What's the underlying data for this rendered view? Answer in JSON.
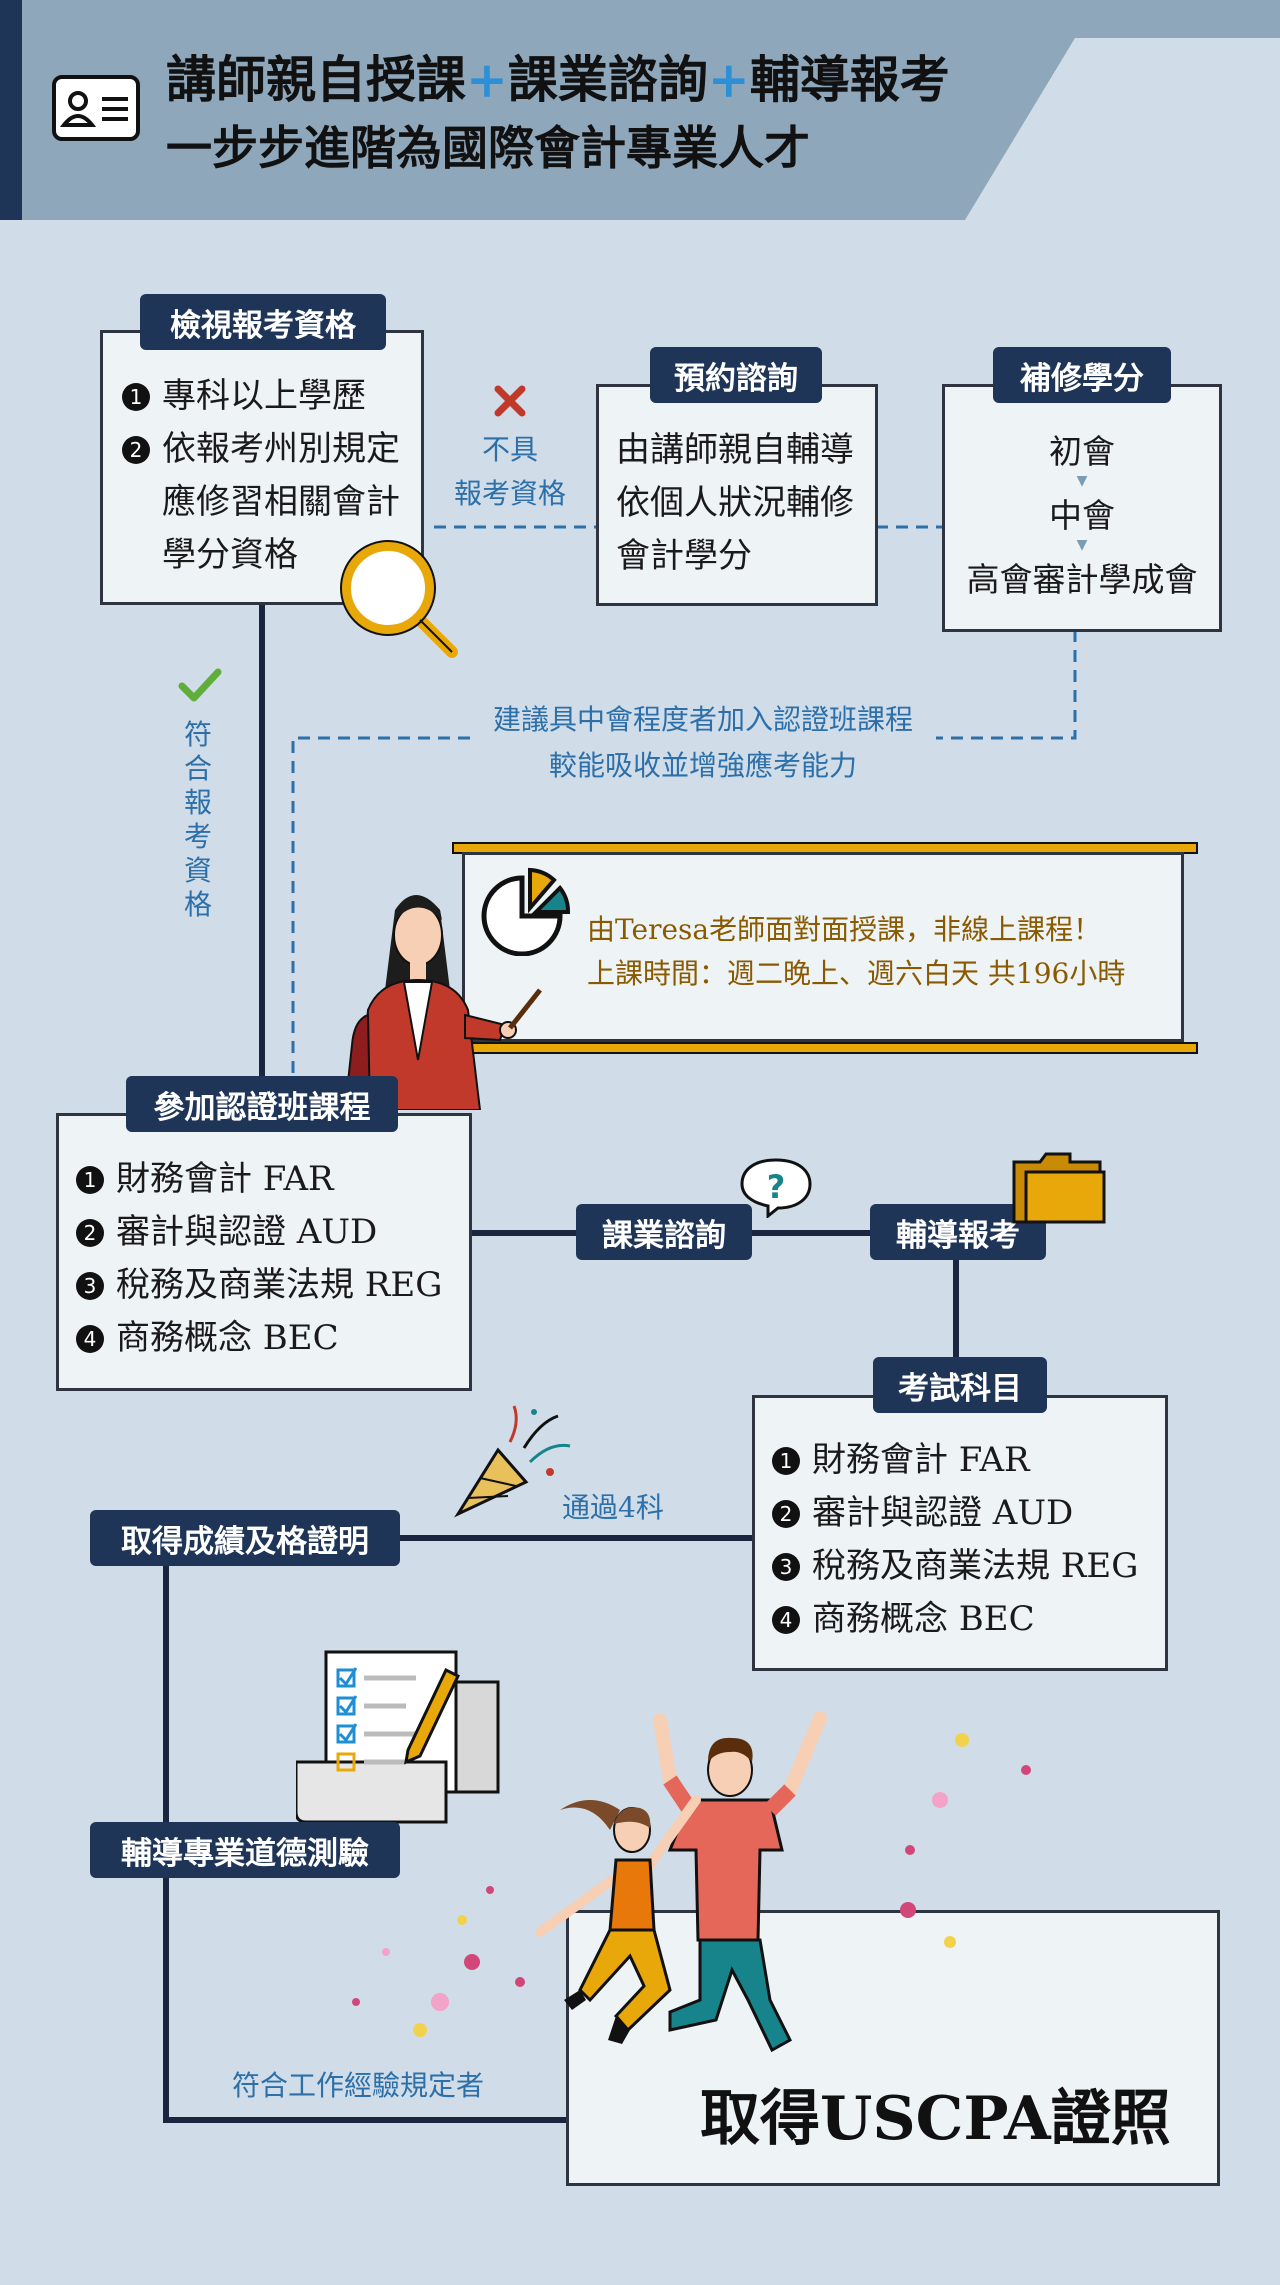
{
  "header": {
    "title_parts": [
      "講師親自授課",
      "+",
      "課業諮詢",
      "+",
      "輔導報考"
    ],
    "subtitle": "一步步進階為國際會計專業人才"
  },
  "eligibility": {
    "tag": "檢視報考資格",
    "items": [
      "專科以上學歷",
      "依報考州別規定",
      "應修習相關會計",
      "學分資格"
    ],
    "numbers": [
      "1",
      "2"
    ]
  },
  "not_eligible": {
    "line1": "不具",
    "line2": "報考資格"
  },
  "eligible_note": "符合報考資格",
  "consult": {
    "tag": "預約諮詢",
    "lines": [
      "由講師親自輔導",
      "依個人狀況輔修",
      "會計學分"
    ]
  },
  "credits": {
    "tag": "補修學分",
    "levels": [
      "初會",
      "中會",
      "高會審計學成會"
    ]
  },
  "advice": {
    "line1": "建議具中會程度者加入認證班課程",
    "line2": "較能吸收並增強應考能力"
  },
  "board": {
    "line1": "由Teresa老師面對面授課，非線上課程！",
    "line2": "上課時間：週二晚上、週六白天 共196小時"
  },
  "course": {
    "tag": "參加認證班課程",
    "items": [
      "財務會計 FAR",
      "審計與認證 AUD",
      "稅務及商業法規 REG",
      "商務概念 BEC"
    ],
    "numbers": [
      "1",
      "2",
      "3",
      "4"
    ]
  },
  "study_consult": {
    "tag": "課業諮詢"
  },
  "exam_guidance": {
    "tag": "輔導報考"
  },
  "exam_subjects": {
    "tag": "考試科目",
    "items": [
      "財務會計 FAR",
      "審計與認證 AUD",
      "稅務及商業法規 REG",
      "商務概念 BEC"
    ],
    "numbers": [
      "1",
      "2",
      "3",
      "4"
    ]
  },
  "pass_note": "通過4科",
  "certificate": {
    "tag": "取得成績及格證明"
  },
  "ethics": {
    "tag": "輔導專業道德測驗"
  },
  "work_note": "符合工作經驗規定者",
  "final": {
    "text": "取得USCPA證照"
  },
  "colors": {
    "navy": "#1f3558",
    "accent": "#2d6fa8",
    "bg": "#d0dde8",
    "box": "#eef3f6",
    "red": "#c0392b"
  }
}
